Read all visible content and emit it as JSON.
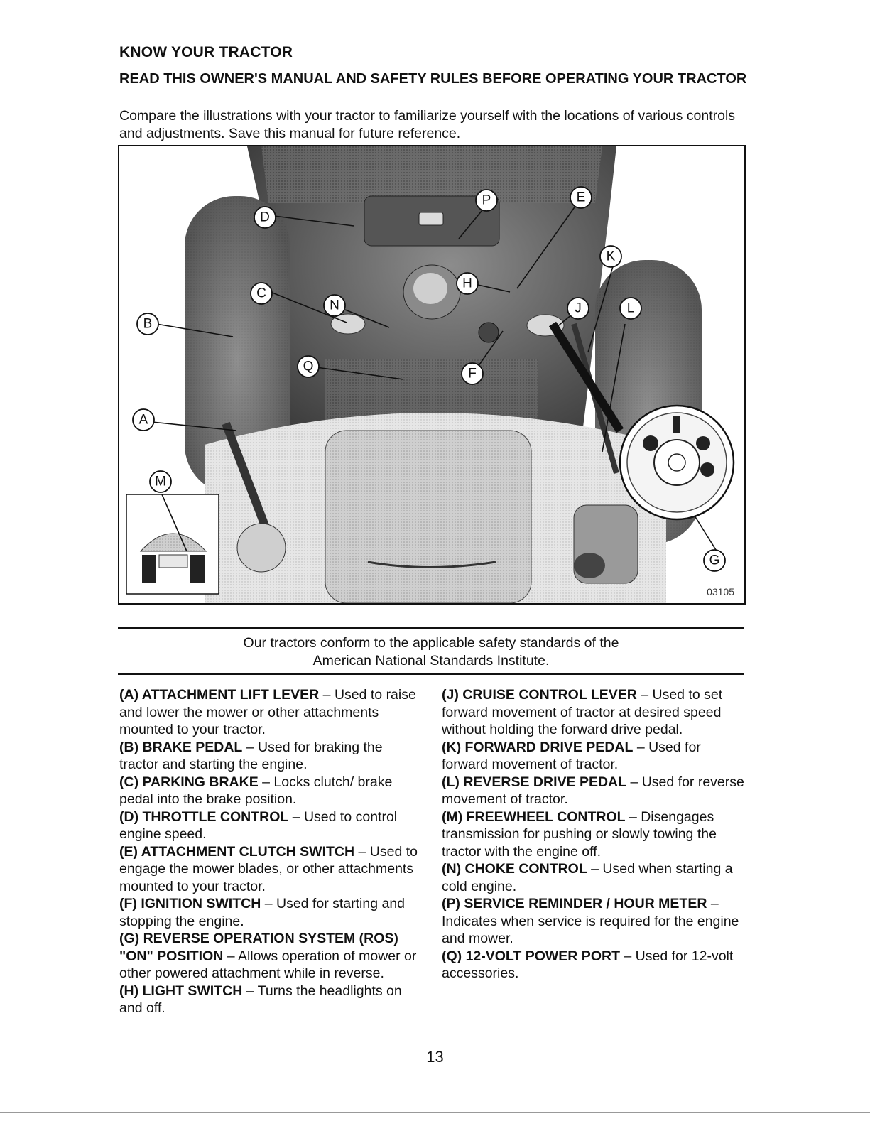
{
  "header": {
    "title": "KNOW YOUR TRACTOR",
    "subtitle": "READ THIS OWNER'S MANUAL AND SAFETY RULES BEFORE OPERATING YOUR TRACTOR",
    "intro": "Compare the illustrations with your tractor to familiarize yourself with the locations of various controls and adjustments. Save this manual for future reference."
  },
  "figure": {
    "number": "03105",
    "icon": "tractor-controls-illustration",
    "callouts": [
      "A",
      "B",
      "C",
      "D",
      "E",
      "F",
      "G",
      "H",
      "J",
      "K",
      "L",
      "M",
      "N",
      "P",
      "Q"
    ]
  },
  "standards_note": {
    "line1": "Our tractors conform to the applicable safety standards of the",
    "line2": "American National Standards Institute."
  },
  "left_column": [
    {
      "term": "(A) ATTACHMENT LIFT LEVER",
      "desc": " – Used to raise and lower the mower or other attachments mounted to your tractor."
    },
    {
      "term": "(B) BRAKE PEDAL",
      "desc": " – Used for braking the tractor and starting the engine."
    },
    {
      "term": "(C) PARKING BRAKE",
      "desc": " – Locks clutch/ brake pedal into the brake position."
    },
    {
      "term": "(D) THROTTLE CONTROL",
      "desc": " – Used to control engine speed."
    },
    {
      "term": "(E) ATTACHMENT CLUTCH SWITCH",
      "desc": " – Used to engage the mower blades, or other attachments mounted to your tractor."
    },
    {
      "term": "(F) IGNITION SWITCH",
      "desc": " – Used for starting and stopping the engine."
    },
    {
      "term": "(G) REVERSE OPERATION SYSTEM (ROS) \"ON\" POSITION",
      "desc": " – Allows operation of mower or other powered attachment while in reverse."
    },
    {
      "term": "(H) LIGHT SWITCH",
      "desc": " – Turns the headlights on and off."
    }
  ],
  "right_column": [
    {
      "term": "(J) CRUISE CONTROL LEVER",
      "desc": " – Used to set forward movement of tractor at desired speed without holding the forward drive pedal."
    },
    {
      "term": "(K) FORWARD DRIVE PEDAL",
      "desc": " – Used for forward movement of tractor."
    },
    {
      "term": "(L) REVERSE DRIVE PEDAL",
      "desc": " – Used for reverse movement of tractor."
    },
    {
      "term": "(M) FREEWHEEL CONTROL",
      "desc": " – Disengages transmission for pushing or slowly towing the tractor with the engine off."
    },
    {
      "term": "(N) CHOKE CONTROL",
      "desc": " – Used when starting a cold engine."
    },
    {
      "term": "(P) SERVICE REMINDER / HOUR METER",
      "desc": " – Indicates when service is required for the engine and mower."
    },
    {
      "term": "(Q) 12-VOLT POWER PORT",
      "desc": " – Used for 12-volt accessories."
    }
  ],
  "footer": {
    "page_number": "13"
  }
}
